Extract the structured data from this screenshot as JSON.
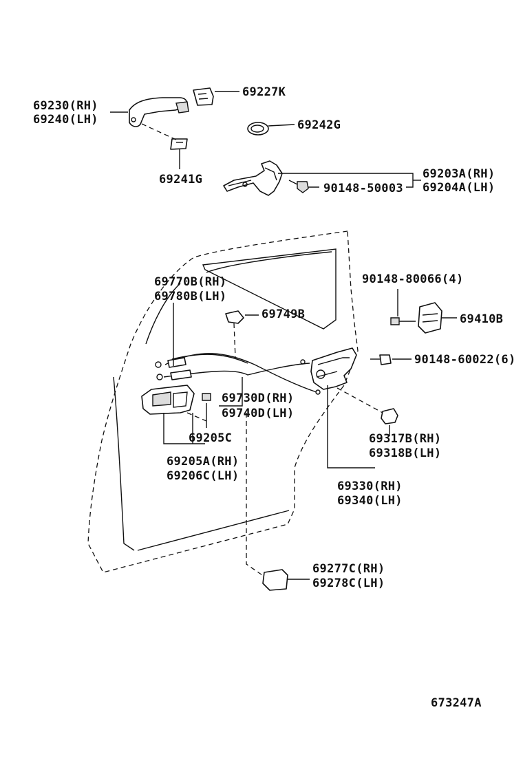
{
  "diagram": {
    "catalog_code": "673247A",
    "parts": {
      "p69230": "69230(RH)",
      "p69240": "69240(LH)",
      "p69227K": "69227K",
      "p69242G": "69242G",
      "p69241G": "69241G",
      "p69203A": "69203A(RH)",
      "p69204A": "69204A(LH)",
      "p90148_50003": "90148-50003",
      "p90148_80066": "90148-80066(4)",
      "p69410B": "69410B",
      "p69770B": "69770B(RH)",
      "p69780B": "69780B(LH)",
      "p69749B": "69749B",
      "p90148_60022": "90148-60022(6)",
      "p69730D": "69730D(RH)",
      "p69740D": "69740D(LH)",
      "p69205C": "69205C",
      "p69205A": "69205A(RH)",
      "p69206C": "69206C(LH)",
      "p69317B": "69317B(RH)",
      "p69318B": "69318B(LH)",
      "p69330": "69330(RH)",
      "p69340": "69340(LH)",
      "p69277C": "69277C(RH)",
      "p69278C": "69278C(LH)"
    }
  }
}
